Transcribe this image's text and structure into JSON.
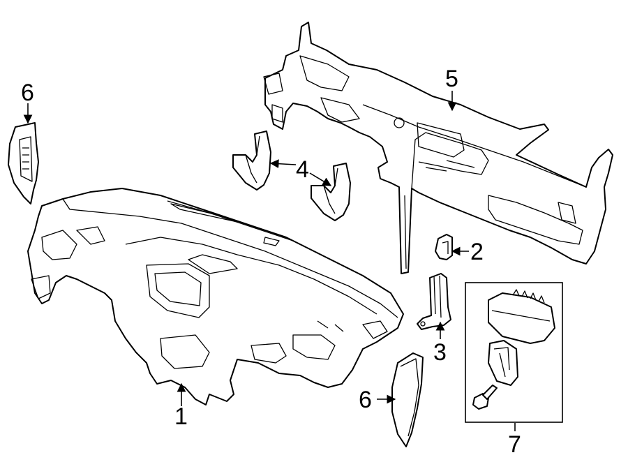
{
  "callouts": {
    "dash_panel": "1",
    "bracket_small": "2",
    "bracket_support": "3",
    "duct_brackets": "4",
    "reinforcement_beam": "5",
    "end_cap_left": "6",
    "end_cap_right": "6",
    "airbag_kit": "7"
  }
}
